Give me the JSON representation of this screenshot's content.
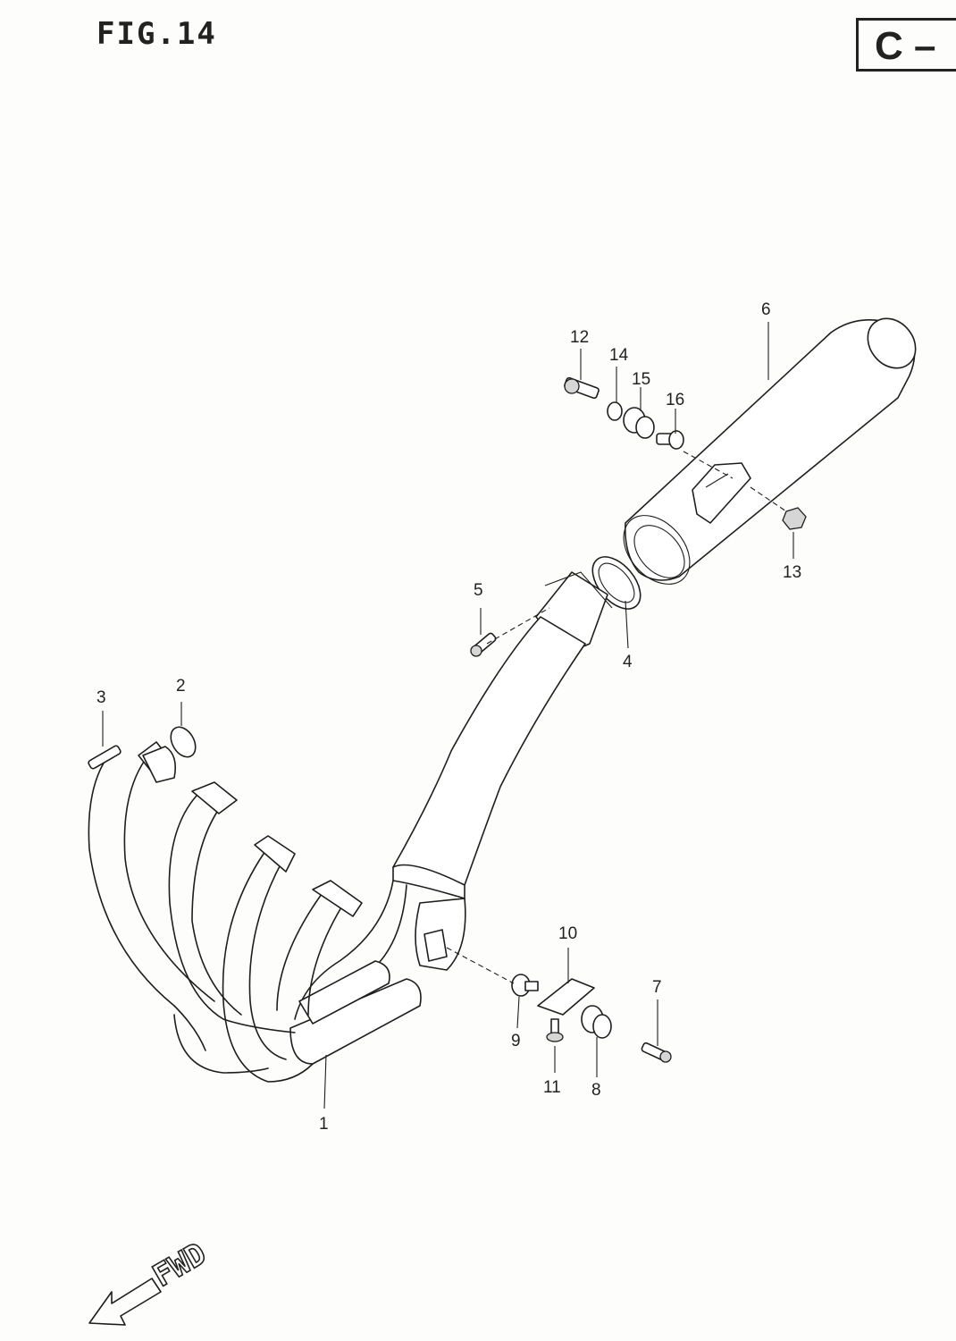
{
  "figure": {
    "title": "FIG.14",
    "section": "C –"
  },
  "callouts": [
    {
      "id": "1",
      "label": "1"
    },
    {
      "id": "2",
      "label": "2"
    },
    {
      "id": "3",
      "label": "3"
    },
    {
      "id": "4",
      "label": "4"
    },
    {
      "id": "5",
      "label": "5"
    },
    {
      "id": "6",
      "label": "6"
    },
    {
      "id": "7",
      "label": "7"
    },
    {
      "id": "8",
      "label": "8"
    },
    {
      "id": "9",
      "label": "9"
    },
    {
      "id": "10",
      "label": "10"
    },
    {
      "id": "11",
      "label": "11"
    },
    {
      "id": "12",
      "label": "12"
    },
    {
      "id": "13",
      "label": "13"
    },
    {
      "id": "14",
      "label": "14"
    },
    {
      "id": "15",
      "label": "15"
    },
    {
      "id": "16",
      "label": "16"
    }
  ],
  "direction": {
    "label": "FWD"
  },
  "colors": {
    "ink": "#1e1e1e",
    "paper": "#fdfdfb"
  }
}
